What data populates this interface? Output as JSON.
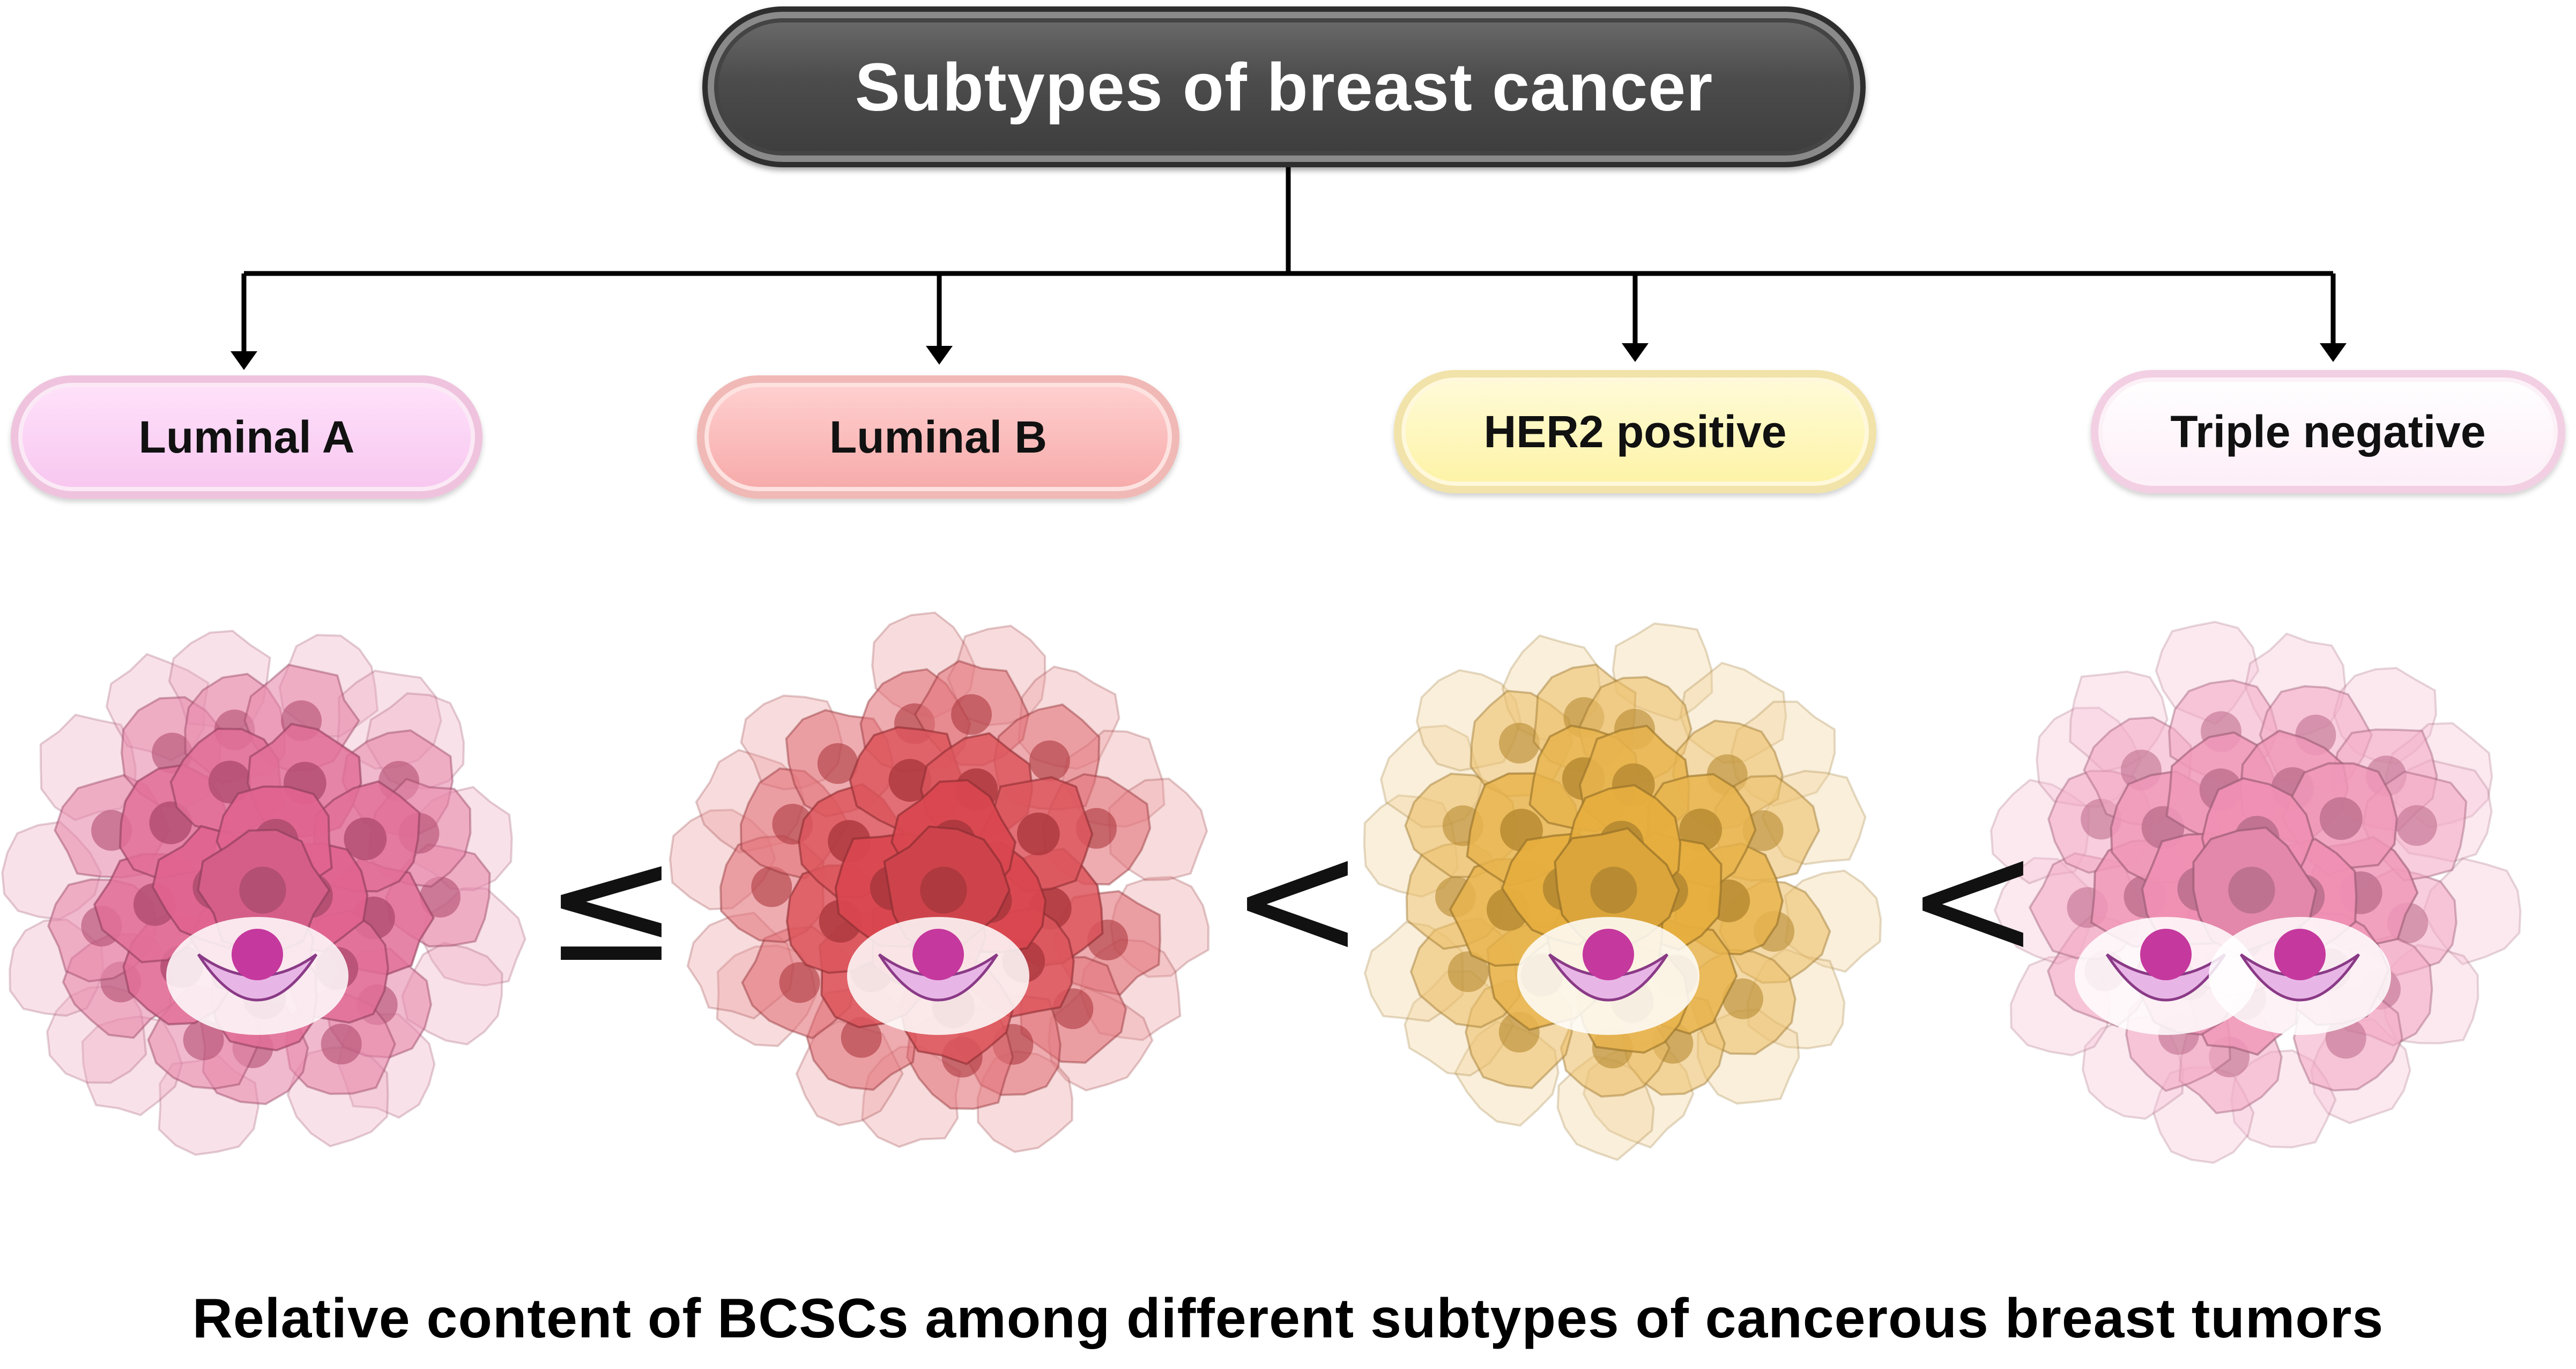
{
  "title": "Subtypes of breast cancer",
  "subtypes": [
    {
      "label": "Luminal A",
      "color": "#e0638f"
    },
    {
      "label": "Luminal B",
      "color": "#d9474f"
    },
    {
      "label": "HER2 positive",
      "color": "#e6ae3e"
    },
    {
      "label": "Triple negative",
      "color": "#ef8fb3"
    }
  ],
  "relations": [
    "≤",
    "<",
    "<"
  ],
  "caption": "Relative content of BCSCs among different subtypes of cancerous breast tumors",
  "colors": {
    "title_box": "#4c4c4c",
    "connector": "#000000",
    "bcsc": "#e8b6e6"
  }
}
